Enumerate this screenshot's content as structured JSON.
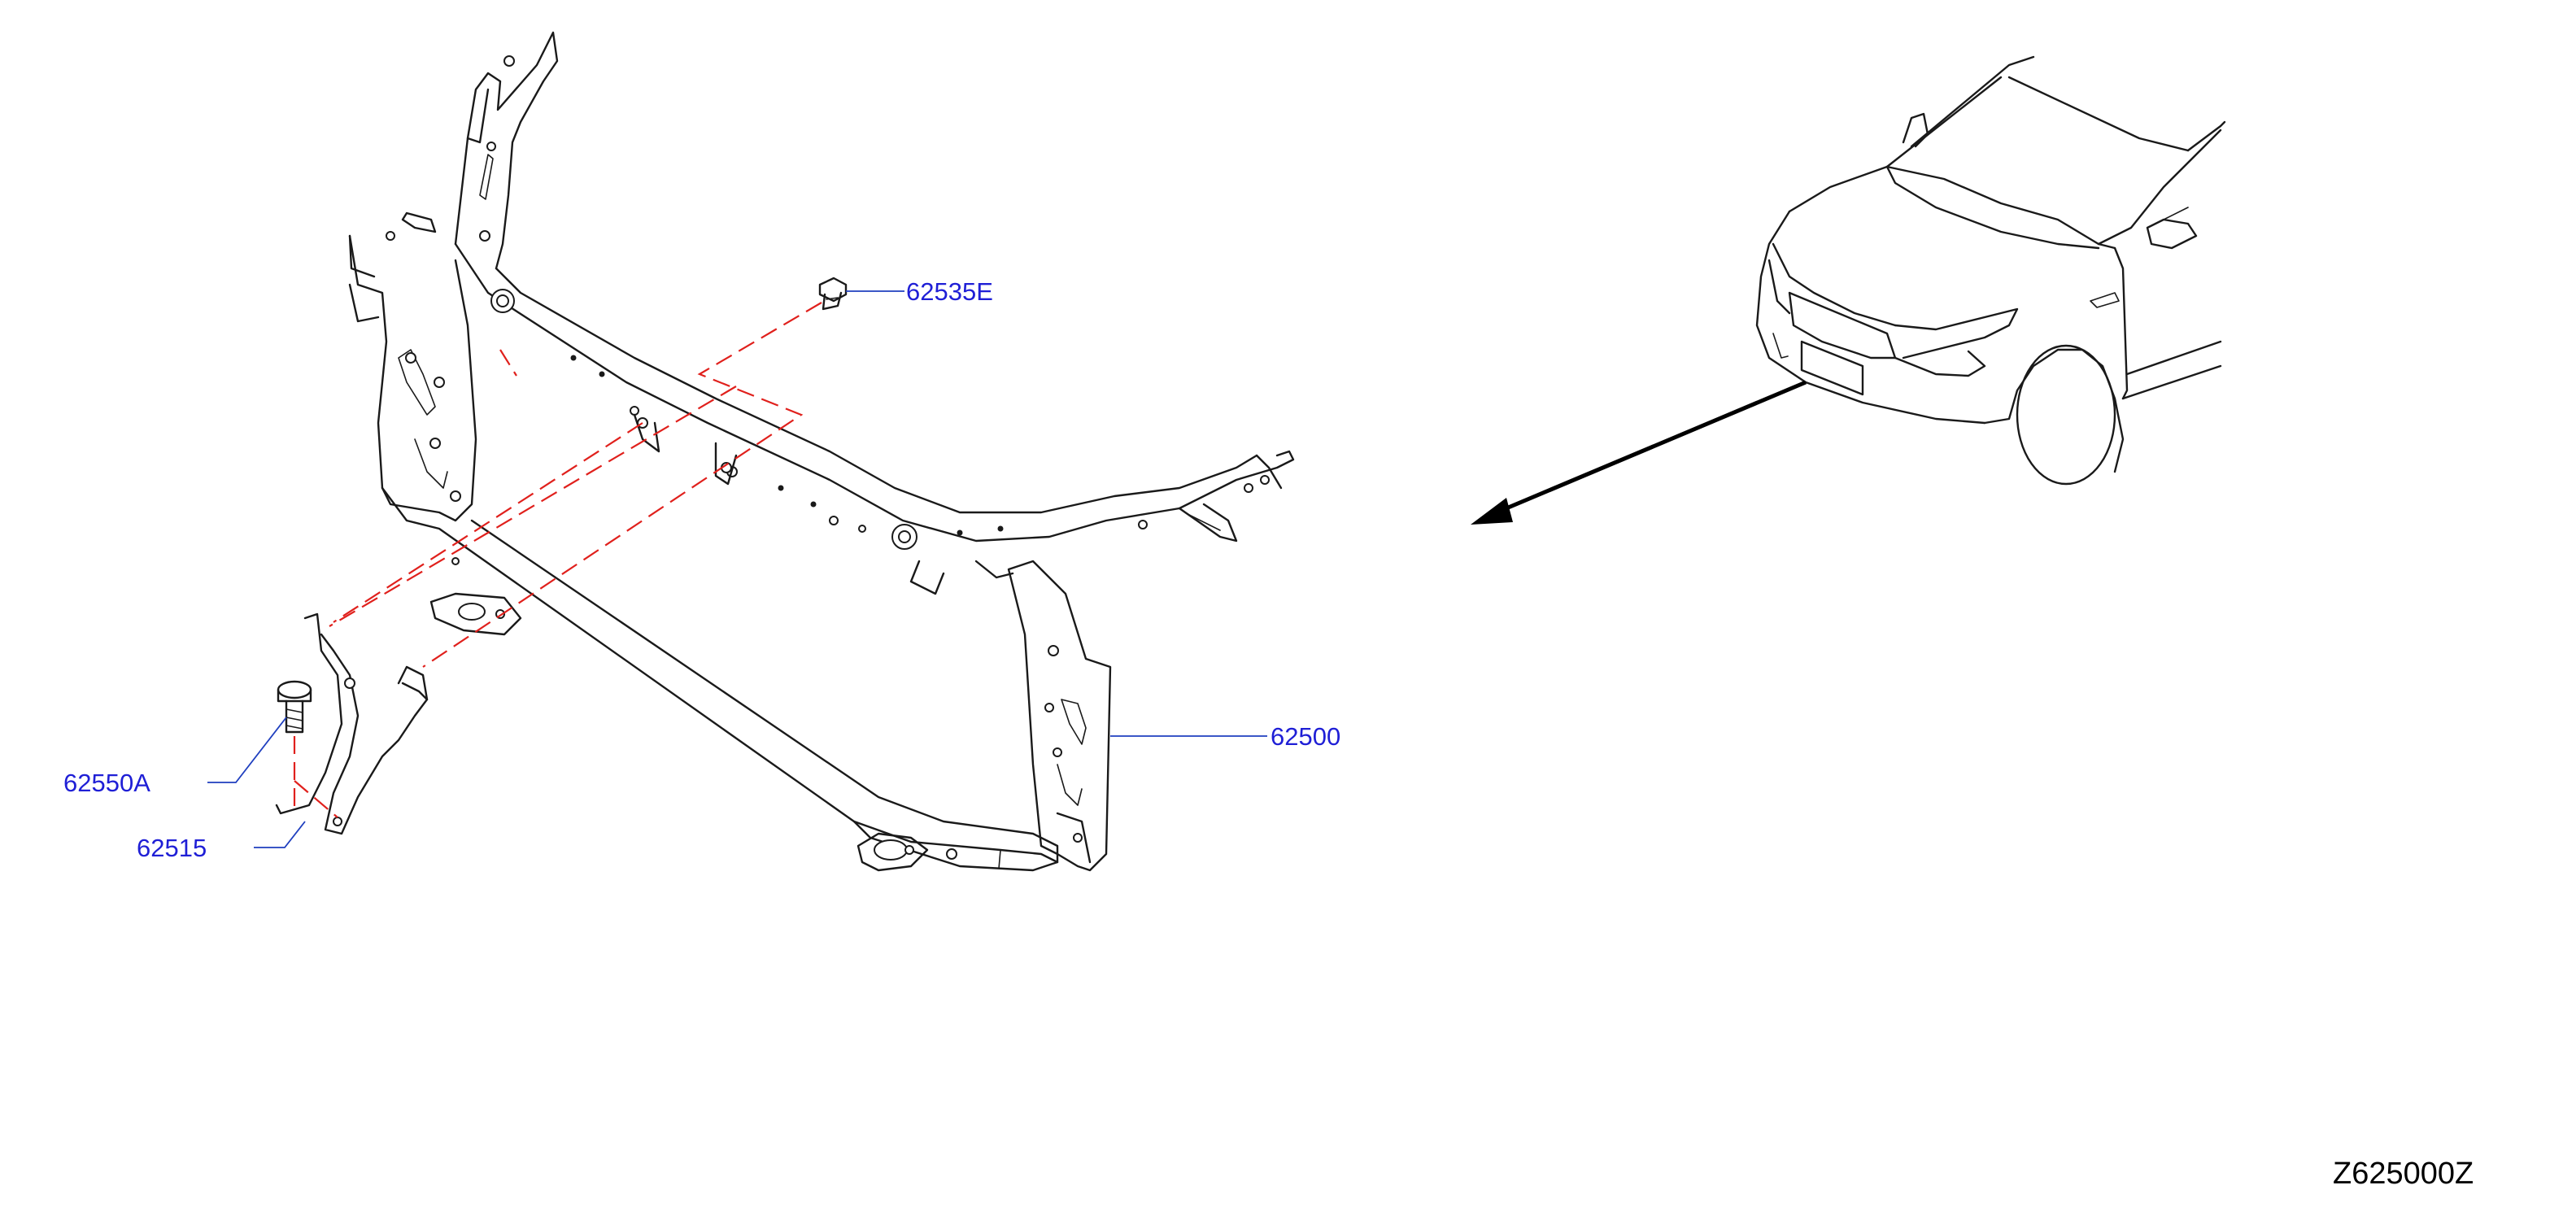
{
  "callouts": {
    "clip": "62535E",
    "support_assembly": "62500",
    "bolt": "62550A",
    "bracket": "62515"
  },
  "diagram_code": "Z625000Z",
  "colors": {
    "callout_text": "#1f1fd6",
    "leader_line": "#1f3fbf",
    "alignment_dash": "#e0201c",
    "linework": "#1a1a1a"
  }
}
